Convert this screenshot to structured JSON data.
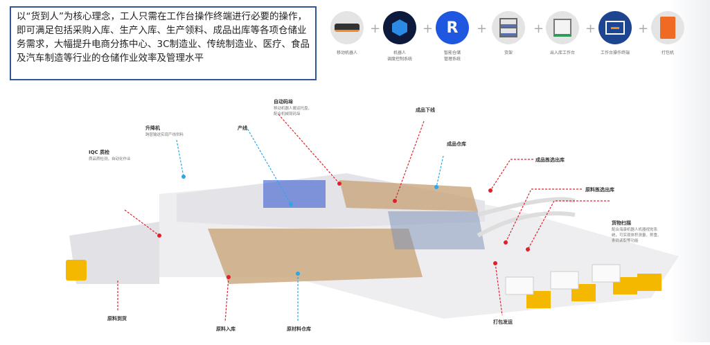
{
  "intro": "以“货到人”为核心理念，工人只需在工作台操作终端进行必要的操作，即可满足包括采购入库、生产入库、生产领料、成品出库等各项仓储业务需求，大幅提升电商分拣中心、3C制造业、传统制造业、医疗、食品及汽车制造等行业的仓储作业效率及管理水平",
  "products": [
    {
      "label": "移动机器人",
      "icon": "robot-icon"
    },
    {
      "label": "机器人\n调度控制系统",
      "icon": "shield-icon"
    },
    {
      "label": "智能仓储\n管理系统",
      "icon": "r-logo-icon",
      "glyph": "R"
    },
    {
      "label": "货架",
      "icon": "shelf-icon"
    },
    {
      "label": "出入库工作台",
      "icon": "workstation-icon"
    },
    {
      "label": "工作台操作终端",
      "icon": "monitor-icon"
    },
    {
      "label": "打包机",
      "icon": "device-icon"
    }
  ],
  "plus": "+",
  "callouts": {
    "iqc": {
      "title": "IQC 质检",
      "desc": "质品质检测，自动化作业"
    },
    "lift": {
      "title": "升降机",
      "desc": "跨层输送实现产线供料"
    },
    "line": {
      "title": "产线"
    },
    "auto": {
      "title": "自动码垛",
      "desc": "移动机器人搬运托盘，\n配合机械臂码垛"
    },
    "fin_down": {
      "title": "成品下线"
    },
    "fin_wh": {
      "title": "成品仓库"
    },
    "fin_out": {
      "title": "成品拣选出库"
    },
    "raw_out": {
      "title": "原料拣选出库"
    },
    "scan": {
      "title": "货物扫描",
      "desc": "配合海康机器人机器视觉系\n统，可实现体积测量、称重、\n条码读取等功能"
    },
    "arrive": {
      "title": "原料到货"
    },
    "raw_in": {
      "title": "原料入库"
    },
    "raw_wh": {
      "title": "原材料仓库"
    },
    "ship": {
      "title": "打包发运"
    }
  },
  "colors": {
    "red": "#e0202a",
    "blue": "#2aa8e8",
    "border": "#2f5597",
    "truck": "#f5b800"
  }
}
